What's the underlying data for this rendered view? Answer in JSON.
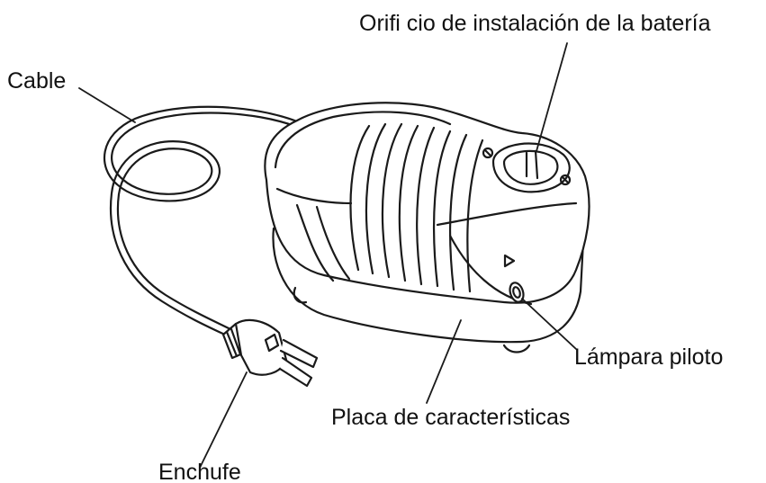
{
  "labels": {
    "battery_hole": "Orifi cio de instalación de la batería",
    "cable": "Cable",
    "pilot_lamp": "Lámpara piloto",
    "nameplate": "Placa de características",
    "plug": "Enchufe"
  },
  "colors": {
    "line": "#1a1a1a",
    "fill": "#ffffff",
    "text": "#111111"
  }
}
